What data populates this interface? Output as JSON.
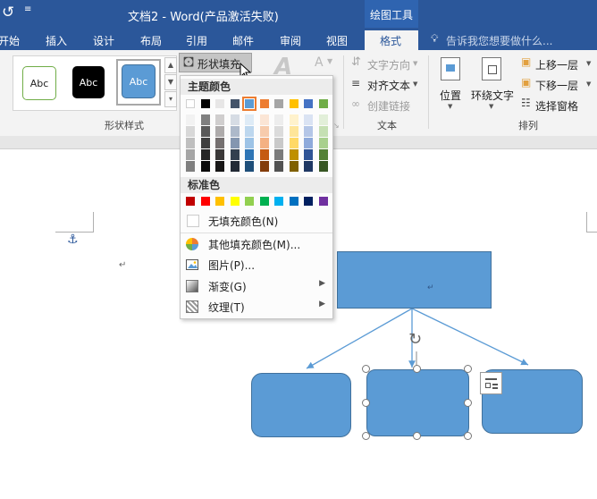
{
  "titlebar": {
    "undo_icon": "undo-icon",
    "qat_arrow": "≡",
    "title": "文档2 - Word(产品激活失败)",
    "context_tab": "绘图工具"
  },
  "tabs": [
    "开始",
    "插入",
    "设计",
    "布局",
    "引用",
    "邮件",
    "审阅",
    "视图",
    "格式"
  ],
  "active_tab": "格式",
  "tell_me": "告诉我您想要做什么...",
  "ribbon": {
    "style_samples": [
      "Abc",
      "Abc",
      "Abc"
    ],
    "group_shape_styles": "形状样式",
    "shape_fill": "形状填充",
    "text_direction": "文字方向",
    "align_text": "对齐文本",
    "create_link": "创建链接",
    "group_text": "文本",
    "position": "位置",
    "wrap_text": "环绕文字",
    "bring_forward": "上移一层",
    "send_backward": "下移一层",
    "selection_pane": "选择窗格",
    "group_arrange": "排列"
  },
  "fill_menu": {
    "theme_colors_label": "主题颜色",
    "theme_top_row": [
      "#ffffff",
      "#000000",
      "#e7e6e6",
      "#44546a",
      "#5b9bd5",
      "#ed7d31",
      "#a5a5a5",
      "#ffc000",
      "#4472c4",
      "#70ad47"
    ],
    "theme_shades": [
      [
        "#f2f2f2",
        "#7f7f7f",
        "#d0cece",
        "#d6dce4",
        "#deebf6",
        "#fbe5d5",
        "#ededed",
        "#fff2cc",
        "#dae3f3",
        "#e2efd9"
      ],
      [
        "#d8d8d8",
        "#595959",
        "#aeabab",
        "#adb9ca",
        "#bdd7ee",
        "#f7cbac",
        "#dbdbdb",
        "#fee599",
        "#b4c6e7",
        "#c5e0b3"
      ],
      [
        "#bfbfbf",
        "#3f3f3f",
        "#757070",
        "#8496b0",
        "#9dc3e6",
        "#f4b183",
        "#c9c9c9",
        "#ffd966",
        "#8eaadb",
        "#a8d08d"
      ],
      [
        "#a5a5a5",
        "#262626",
        "#3a3838",
        "#323f4f",
        "#2e75b5",
        "#c55a11",
        "#7b7b7b",
        "#bf9000",
        "#2f5496",
        "#538135"
      ],
      [
        "#7f7f7f",
        "#0c0c0c",
        "#171616",
        "#222a35",
        "#1e4e79",
        "#833c0b",
        "#525252",
        "#7f6000",
        "#1f3864",
        "#375623"
      ]
    ],
    "standard_colors_label": "标准色",
    "standard_colors": [
      "#c00000",
      "#ff0000",
      "#ffc000",
      "#ffff00",
      "#92d050",
      "#00b050",
      "#00b0f0",
      "#0070c0",
      "#002060",
      "#7030a0"
    ],
    "no_fill": "无填充颜色(N)",
    "more_colors": "其他填充颜色(M)...",
    "picture": "图片(P)...",
    "gradient": "渐变(G)",
    "texture": "纹理(T)"
  },
  "colors": {
    "titlebar": "#2b579a",
    "shape_fill": "#5b9bd5",
    "shape_border": "#41719c",
    "connector": "#5b9bd5"
  }
}
